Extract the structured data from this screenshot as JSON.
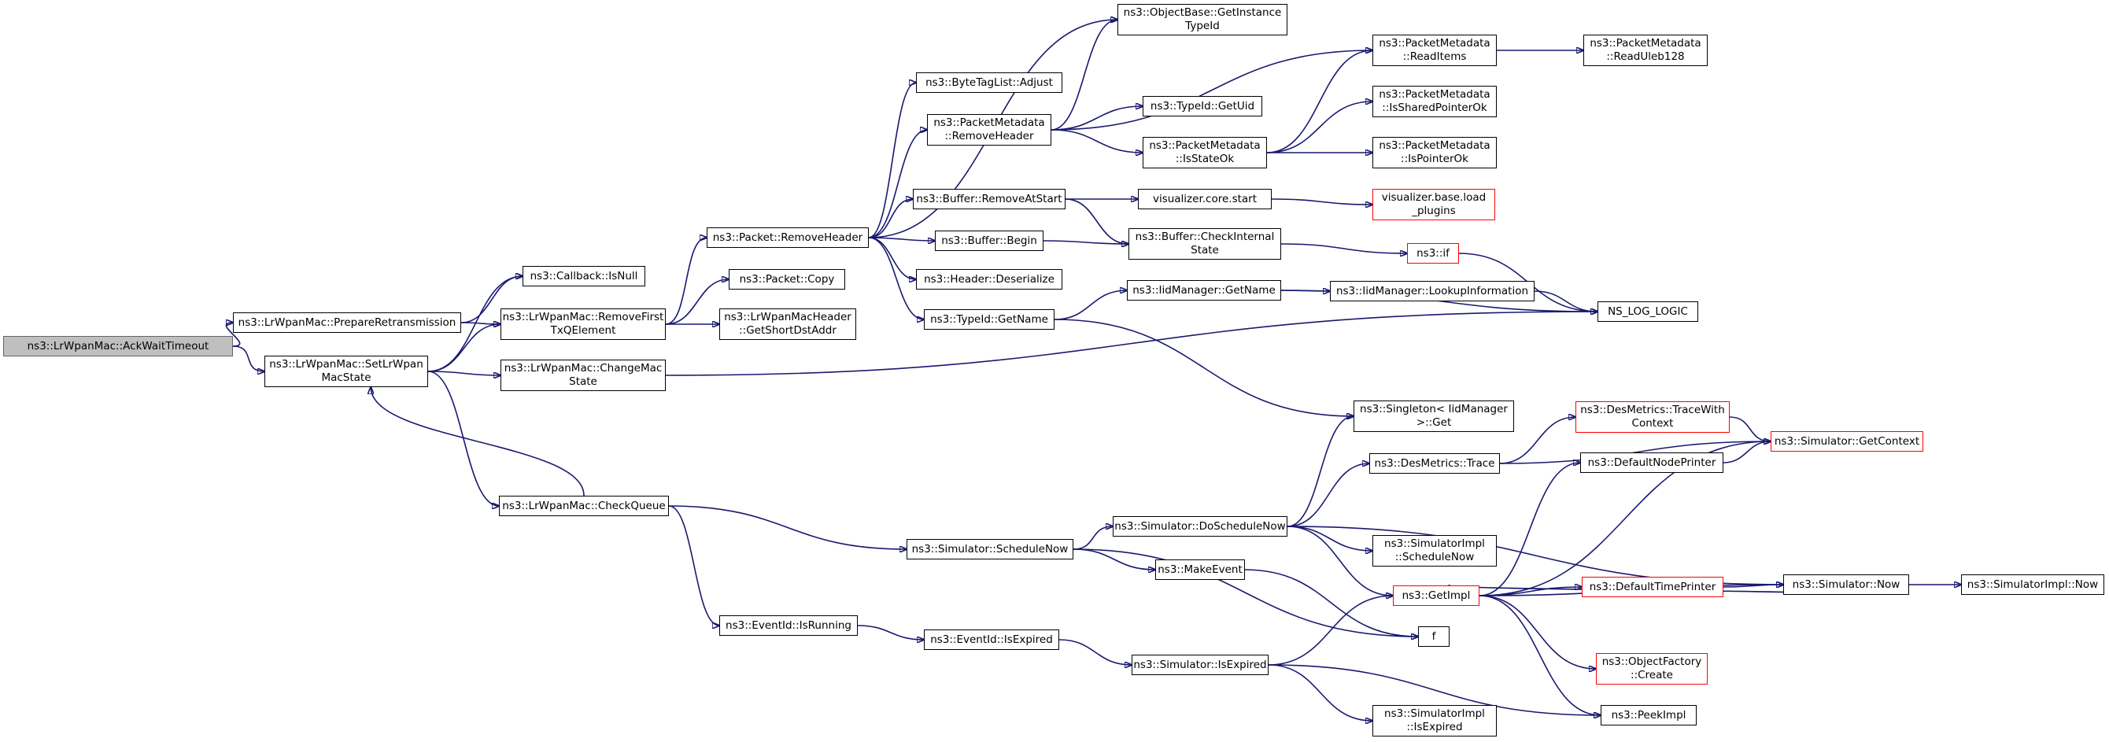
{
  "nodes": [
    {
      "id": "acktimeout",
      "label": "ns3::LrWpanMac::AckWaitTimeout",
      "border": "gray"
    },
    {
      "id": "prepare",
      "label": "ns3::LrWpanMac::PrepareRetransmission",
      "border": "black"
    },
    {
      "id": "setstate",
      "label": "ns3::LrWpanMac::SetLrWpan\nMacState",
      "border": "black"
    },
    {
      "id": "isnull",
      "label": "ns3::Callback::IsNull",
      "border": "black"
    },
    {
      "id": "removefirst",
      "label": "ns3::LrWpanMac::RemoveFirst\nTxQElement",
      "border": "black"
    },
    {
      "id": "changemac",
      "label": "ns3::LrWpanMac::ChangeMac\nState",
      "border": "black"
    },
    {
      "id": "checkqueue",
      "label": "ns3::LrWpanMac::CheckQueue",
      "border": "black"
    },
    {
      "id": "removeheader",
      "label": "ns3::Packet::RemoveHeader",
      "border": "black"
    },
    {
      "id": "pcopy",
      "label": "ns3::Packet::Copy",
      "border": "black"
    },
    {
      "id": "getshort",
      "label": "ns3::LrWpanMacHeader\n::GetShortDstAddr",
      "border": "black"
    },
    {
      "id": "schednow",
      "label": "ns3::Simulator::ScheduleNow",
      "border": "black"
    },
    {
      "id": "isrunning",
      "label": "ns3::EventId::IsRunning",
      "border": "black"
    },
    {
      "id": "getinst",
      "label": "ns3::ObjectBase::GetInstance\nTypeId",
      "border": "black"
    },
    {
      "id": "bytetag",
      "label": "ns3::ByteTagList::Adjust",
      "border": "black"
    },
    {
      "id": "pmremove",
      "label": "ns3::PacketMetadata\n::RemoveHeader",
      "border": "black"
    },
    {
      "id": "bufremove",
      "label": "ns3::Buffer::RemoveAtStart",
      "border": "black"
    },
    {
      "id": "bufbegin",
      "label": "ns3::Buffer::Begin",
      "border": "black"
    },
    {
      "id": "hdrdeser",
      "label": "ns3::Header::Deserialize",
      "border": "black"
    },
    {
      "id": "tidgetname",
      "label": "ns3::TypeId::GetName",
      "border": "black"
    },
    {
      "id": "gettid",
      "label": "ns3::TypeId::GetUid",
      "border": "black"
    },
    {
      "id": "isstateok",
      "label": "ns3::PacketMetadata\n::IsStateOk",
      "border": "black"
    },
    {
      "id": "vizstart",
      "label": "visualizer.core.start",
      "border": "black"
    },
    {
      "id": "checkint",
      "label": "ns3::Buffer::CheckInternal\nState",
      "border": "black"
    },
    {
      "id": "iidgetname",
      "label": "ns3::IidManager::GetName",
      "border": "black"
    },
    {
      "id": "readitems",
      "label": "ns3::PacketMetadata\n::ReadItems",
      "border": "black"
    },
    {
      "id": "issharedptr",
      "label": "ns3::PacketMetadata\n::IsSharedPointerOk",
      "border": "black"
    },
    {
      "id": "ispointerok",
      "label": "ns3::PacketMetadata\n::IsPointerOk",
      "border": "black"
    },
    {
      "id": "vizload",
      "label": "visualizer.base.load\n_plugins",
      "border": "red"
    },
    {
      "id": "nsif",
      "label": "ns3::if",
      "border": "red"
    },
    {
      "id": "lookupinfo",
      "label": "ns3::IidManager::LookupInformation",
      "border": "black"
    },
    {
      "id": "readuleb",
      "label": "ns3::PacketMetadata\n::ReadUleb128",
      "border": "black"
    },
    {
      "id": "nslog",
      "label": "NS_LOG_LOGIC",
      "border": "black"
    },
    {
      "id": "singleton",
      "label": "ns3::Singleton< IidManager\n>::Get",
      "border": "black"
    },
    {
      "id": "doschednow",
      "label": "ns3::Simulator::DoScheduleNow",
      "border": "black"
    },
    {
      "id": "makeevent",
      "label": "ns3::MakeEvent",
      "border": "black"
    },
    {
      "id": "isexpiredev",
      "label": "ns3::EventId::IsExpired",
      "border": "black"
    },
    {
      "id": "simisexpired",
      "label": "ns3::Simulator::IsExpired",
      "border": "black"
    },
    {
      "id": "destrace",
      "label": "ns3::DesMetrics::Trace",
      "border": "black"
    },
    {
      "id": "simimplsched",
      "label": "ns3::SimulatorImpl\n::ScheduleNow",
      "border": "black"
    },
    {
      "id": "getimpl",
      "label": "ns3::GetImpl",
      "border": "red"
    },
    {
      "id": "ffunc",
      "label": "f",
      "border": "black"
    },
    {
      "id": "simimplexp",
      "label": "ns3::SimulatorImpl\n::IsExpired",
      "border": "black"
    },
    {
      "id": "tracewith",
      "label": "ns3::DesMetrics::TraceWith\nContext",
      "border": "red"
    },
    {
      "id": "defnodeprinter",
      "label": "ns3::DefaultNodePrinter",
      "border": "black"
    },
    {
      "id": "deftimeprinter",
      "label": "ns3::DefaultTimePrinter",
      "border": "red"
    },
    {
      "id": "objfactory",
      "label": "ns3::ObjectFactory\n::Create",
      "border": "red"
    },
    {
      "id": "peekimpl",
      "label": "ns3::PeekImpl",
      "border": "black"
    },
    {
      "id": "getcontext",
      "label": "ns3::Simulator::GetContext",
      "border": "red"
    },
    {
      "id": "simnow",
      "label": "ns3::Simulator::Now",
      "border": "black"
    },
    {
      "id": "simimplnow",
      "label": "ns3::SimulatorImpl::Now",
      "border": "black"
    }
  ],
  "edges": [
    [
      "acktimeout",
      "prepare"
    ],
    [
      "acktimeout",
      "setstate"
    ],
    [
      "prepare",
      "isnull"
    ],
    [
      "prepare",
      "removefirst"
    ],
    [
      "setstate",
      "isnull"
    ],
    [
      "setstate",
      "removefirst"
    ],
    [
      "setstate",
      "changemac"
    ],
    [
      "setstate",
      "checkqueue"
    ],
    [
      "removefirst",
      "removeheader"
    ],
    [
      "removefirst",
      "pcopy"
    ],
    [
      "removefirst",
      "getshort"
    ],
    [
      "changemac",
      "nslog"
    ],
    [
      "checkqueue",
      "setstate"
    ],
    [
      "checkqueue",
      "schednow"
    ],
    [
      "checkqueue",
      "isrunning"
    ],
    [
      "removeheader",
      "getinst"
    ],
    [
      "removeheader",
      "bytetag"
    ],
    [
      "removeheader",
      "pmremove"
    ],
    [
      "removeheader",
      "bufremove"
    ],
    [
      "removeheader",
      "bufbegin"
    ],
    [
      "removeheader",
      "hdrdeser"
    ],
    [
      "removeheader",
      "tidgetname"
    ],
    [
      "pmremove",
      "getinst"
    ],
    [
      "pmremove",
      "readitems"
    ],
    [
      "pmremove",
      "gettid"
    ],
    [
      "pmremove",
      "isstateok"
    ],
    [
      "isstateok",
      "readitems"
    ],
    [
      "isstateok",
      "issharedptr"
    ],
    [
      "isstateok",
      "ispointerok"
    ],
    [
      "readitems",
      "readuleb"
    ],
    [
      "bufremove",
      "vizstart"
    ],
    [
      "bufremove",
      "checkint"
    ],
    [
      "bufbegin",
      "checkint"
    ],
    [
      "vizstart",
      "vizload"
    ],
    [
      "checkint",
      "nsif"
    ],
    [
      "nsif",
      "nslog"
    ],
    [
      "tidgetname",
      "iidgetname"
    ],
    [
      "tidgetname",
      "singleton"
    ],
    [
      "iidgetname",
      "lookupinfo"
    ],
    [
      "iidgetname",
      "nslog"
    ],
    [
      "lookupinfo",
      "nslog"
    ],
    [
      "schednow",
      "doschednow"
    ],
    [
      "schednow",
      "makeevent"
    ],
    [
      "schednow",
      "ffunc"
    ],
    [
      "isrunning",
      "isexpiredev"
    ],
    [
      "isexpiredev",
      "simisexpired"
    ],
    [
      "doschednow",
      "singleton"
    ],
    [
      "doschednow",
      "destrace"
    ],
    [
      "doschednow",
      "simimplsched"
    ],
    [
      "doschednow",
      "getimpl"
    ],
    [
      "doschednow",
      "simnow"
    ],
    [
      "makeevent",
      "ffunc"
    ],
    [
      "simisexpired",
      "getimpl"
    ],
    [
      "simisexpired",
      "simimplexp"
    ],
    [
      "simisexpired",
      "peekimpl"
    ],
    [
      "destrace",
      "tracewith"
    ],
    [
      "destrace",
      "getcontext"
    ],
    [
      "tracewith",
      "getcontext"
    ],
    [
      "defnodeprinter",
      "getcontext"
    ],
    [
      "getimpl",
      "defnodeprinter"
    ],
    [
      "getimpl",
      "deftimeprinter"
    ],
    [
      "getimpl",
      "objfactory"
    ],
    [
      "getimpl",
      "peekimpl"
    ],
    [
      "getimpl",
      "getcontext"
    ],
    [
      "getimpl",
      "simnow"
    ],
    [
      "deftimeprinter",
      "simnow"
    ],
    [
      "simnow",
      "simimplnow"
    ],
    [
      "simnow",
      "getimpl"
    ]
  ]
}
